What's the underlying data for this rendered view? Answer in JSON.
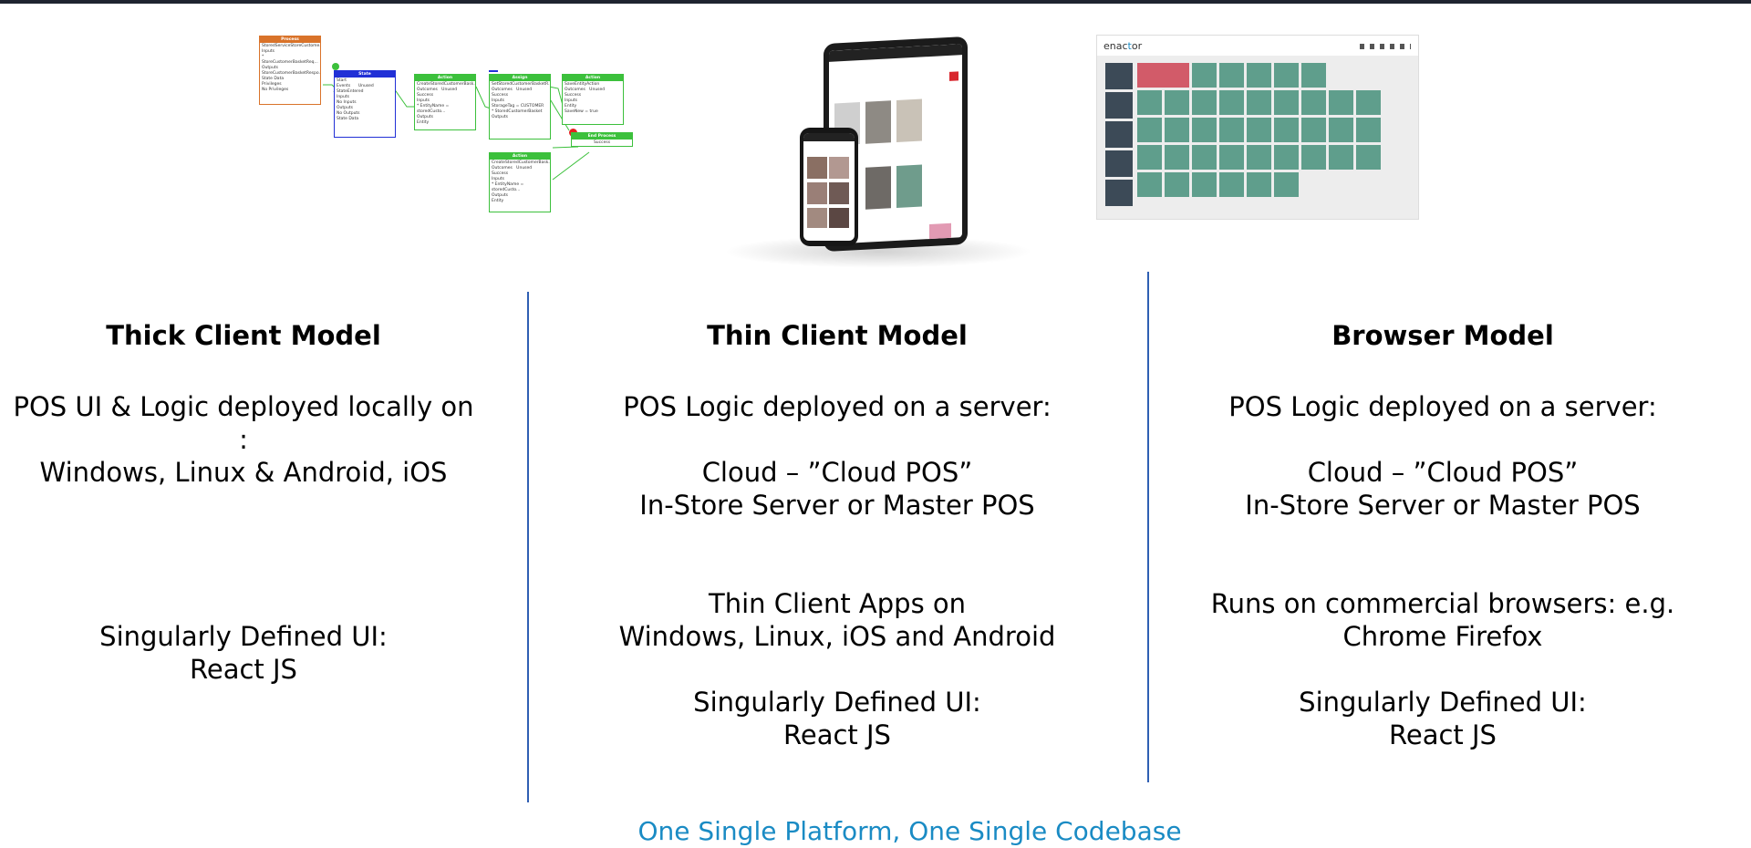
{
  "columns": [
    {
      "title": "Thick Client Model",
      "blocks": [
        "POS UI & Logic deployed locally on\n:\nWindows, Linux & Android, iOS",
        "Singularly Defined UI:\nReact JS"
      ]
    },
    {
      "title": "Thin Client Model",
      "blocks": [
        "POS Logic deployed on a server:",
        "Cloud – ”Cloud POS”\nIn-Store Server or Master POS",
        "Thin Client Apps on\nWindows, Linux, iOS and Android",
        "Singularly Defined UI:\nReact JS"
      ]
    },
    {
      "title": "Browser Model",
      "blocks": [
        "POS Logic deployed on a server:",
        "Cloud – ”Cloud POS”\nIn-Store Server or Master POS",
        "Runs on commercial browsers: e.g.\nChrome Firefox",
        "Singularly Defined UI:\nReact JS"
      ]
    }
  ],
  "footer": "One Single Platform, One Single Codebase",
  "colors": {
    "accent": "#1a8bc4",
    "divider": "#2f5fb3",
    "tile": "#5f9e8c",
    "tile_active": "#d25b69",
    "sidebar": "#3c4a57"
  },
  "enactor_logo": {
    "prefix": "enac",
    "accent": "t",
    "suffix": "or"
  },
  "flow_nodes": {
    "process": "Process",
    "state": "State",
    "action1": "Action",
    "assign": "Assign",
    "action2": "Action",
    "action3": "Action",
    "end": "End Process",
    "start": "Start",
    "success": "Success"
  }
}
